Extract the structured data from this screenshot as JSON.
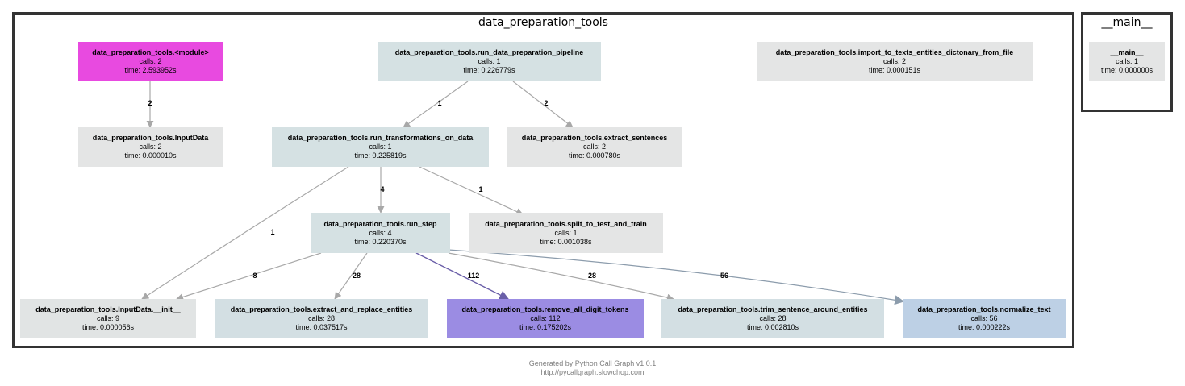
{
  "clusters": {
    "dpt": {
      "title": "data_preparation_tools"
    },
    "main": {
      "title": "__main__"
    }
  },
  "nodes": {
    "module": {
      "name": "data_preparation_tools.<module>",
      "calls": "calls: 2",
      "time": "time: 2.593952s",
      "color": "#e84ae0"
    },
    "pipeline": {
      "name": "data_preparation_tools.run_data_preparation_pipeline",
      "calls": "calls: 1",
      "time": "time: 0.226779s",
      "color": "#d5e1e3"
    },
    "import": {
      "name": "data_preparation_tools.import_to_texts_entities_dictonary_from_file",
      "calls": "calls: 2",
      "time": "time: 0.000151s",
      "color": "#e4e5e5"
    },
    "inputdata": {
      "name": "data_preparation_tools.InputData",
      "calls": "calls: 2",
      "time": "time: 0.000010s",
      "color": "#e4e5e5"
    },
    "transforms": {
      "name": "data_preparation_tools.run_transformations_on_data",
      "calls": "calls: 1",
      "time": "time: 0.225819s",
      "color": "#d5e1e3"
    },
    "extract": {
      "name": "data_preparation_tools.extract_sentences",
      "calls": "calls: 2",
      "time": "time: 0.000780s",
      "color": "#e4e5e5"
    },
    "runstep": {
      "name": "data_preparation_tools.run_step",
      "calls": "calls: 4",
      "time": "time: 0.220370s",
      "color": "#d5e1e3"
    },
    "split": {
      "name": "data_preparation_tools.split_to_test_and_train",
      "calls": "calls: 1",
      "time": "time: 0.001038s",
      "color": "#e4e5e5"
    },
    "init": {
      "name": "data_preparation_tools.InputData.__init__",
      "calls": "calls: 9",
      "time": "time: 0.000056s",
      "color": "#e1e4e4"
    },
    "replace": {
      "name": "data_preparation_tools.extract_and_replace_entities",
      "calls": "calls: 28",
      "time": "time: 0.037517s",
      "color": "#d3dfe3"
    },
    "digits": {
      "name": "data_preparation_tools.remove_all_digit_tokens",
      "calls": "calls: 112",
      "time": "time: 0.175202s",
      "color": "#9b8ce3"
    },
    "trim": {
      "name": "data_preparation_tools.trim_sentence_around_entities",
      "calls": "calls: 28",
      "time": "time: 0.002810s",
      "color": "#d3dfe3"
    },
    "normalize": {
      "name": "data_preparation_tools.normalize_text",
      "calls": "calls: 56",
      "time": "time: 0.000222s",
      "color": "#bdd0e5"
    },
    "mainfn": {
      "name": "__main__",
      "calls": "calls: 1",
      "time": "time: 0.000000s",
      "color": "#e4e5e5"
    }
  },
  "edges": [
    {
      "from": "module",
      "to": "inputdata",
      "label": "2",
      "color": "#a8a8a8"
    },
    {
      "from": "pipeline",
      "to": "transforms",
      "label": "1",
      "color": "#a8a8a8"
    },
    {
      "from": "pipeline",
      "to": "extract",
      "label": "2",
      "color": "#a8a8a8"
    },
    {
      "from": "transforms",
      "to": "runstep",
      "label": "4",
      "color": "#a8a8a8"
    },
    {
      "from": "transforms",
      "to": "split",
      "label": "1",
      "color": "#a8a8a8"
    },
    {
      "from": "transforms",
      "to": "init",
      "label": "1",
      "color": "#a8a8a8"
    },
    {
      "from": "runstep",
      "to": "init",
      "label": "8",
      "color": "#a8a8a8"
    },
    {
      "from": "runstep",
      "to": "replace",
      "label": "28",
      "color": "#a8a8a8"
    },
    {
      "from": "runstep",
      "to": "digits",
      "label": "112",
      "color": "#6a5fa8"
    },
    {
      "from": "runstep",
      "to": "trim",
      "label": "28",
      "color": "#a8a8a8"
    },
    {
      "from": "runstep",
      "to": "normalize",
      "label": "56",
      "color": "#8c9cac"
    }
  ],
  "footer": {
    "line1": "Generated by Python Call Graph v1.0.1",
    "line2": "http://pycallgraph.slowchop.com"
  }
}
